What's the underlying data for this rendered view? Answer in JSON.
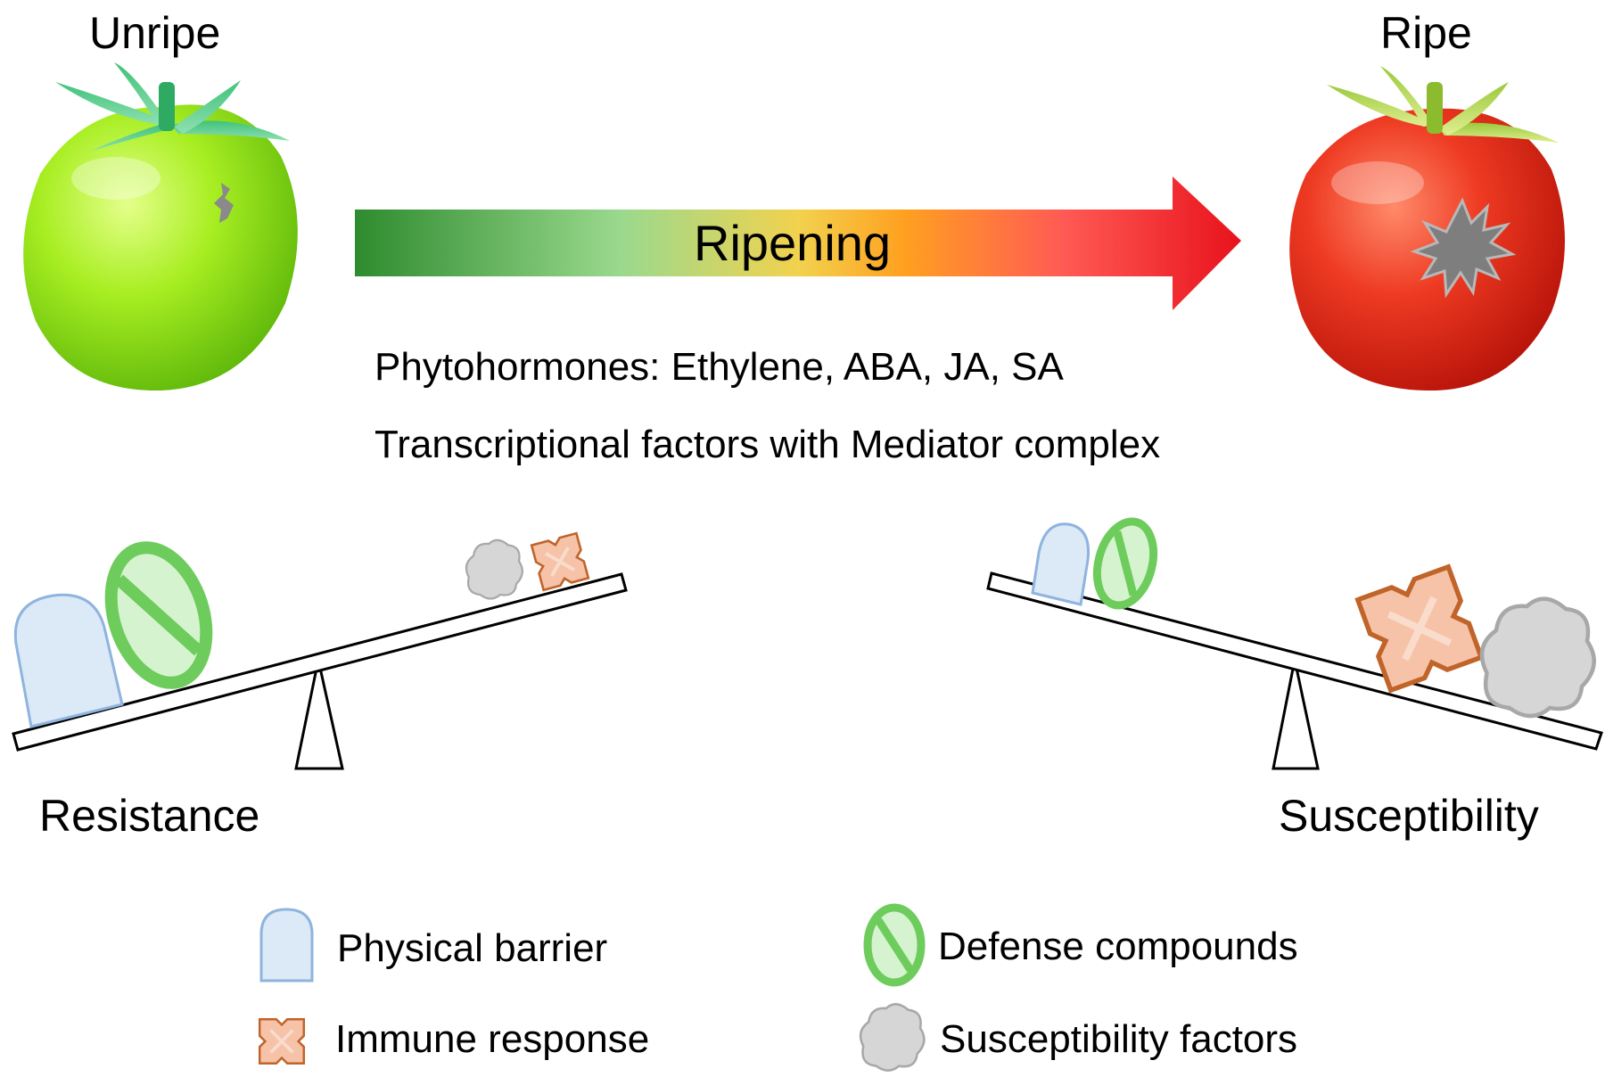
{
  "stages": {
    "unripe_label": "Unripe",
    "ripe_label": "Ripe"
  },
  "arrow": {
    "label": "Ripening",
    "gradient": [
      "#2e8b2e",
      "#8fd88a",
      "#f4d04a",
      "#ffa020",
      "#ff5050",
      "#e8121c"
    ]
  },
  "regulators": {
    "line1": "Phytohormones:  Ethylene,  ABA,  JA,  SA",
    "line2": "Transcriptional  factors with Mediator complex"
  },
  "balances": {
    "left_label": "Resistance",
    "right_label": "Susceptibility"
  },
  "legend": {
    "physical_barrier": "Physical barrier",
    "defense_compounds": "Defense compounds",
    "immune_response": "Immune  response",
    "susceptibility_factors": "Susceptibility factors"
  },
  "colors": {
    "unripe_fruit": "#9ee81a",
    "ripe_fruit": "#e8321e",
    "barrier_fill": "#dce9f7",
    "barrier_stroke": "#8fb4de",
    "defense_stroke": "#6dcc5c",
    "defense_fill": "#c8f0c0",
    "immune_fill": "#f6c3a8",
    "immune_stroke": "#c0642a",
    "susc_fill": "#d6d6d6",
    "susc_stroke": "#a8a8a8",
    "lesion": "#808080"
  }
}
